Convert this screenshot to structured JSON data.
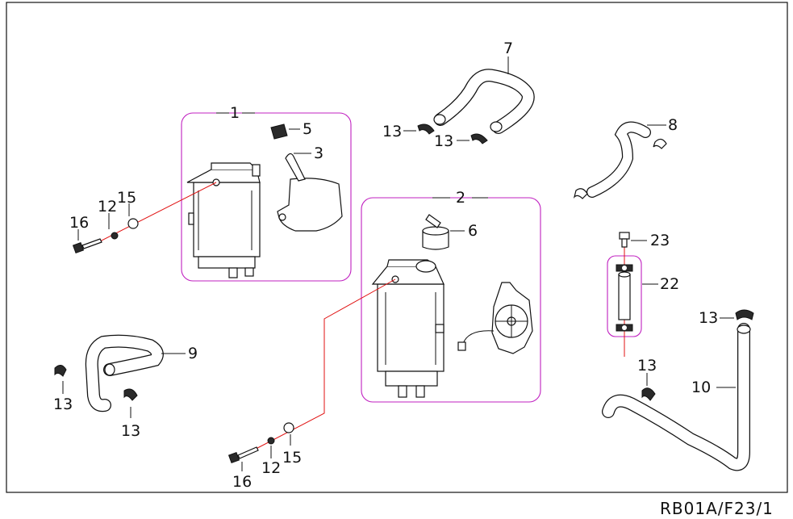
{
  "diagram": {
    "code": "RB01A/F23/1",
    "callouts": {
      "c1": "1",
      "c2": "2",
      "c3": "3",
      "c5": "5",
      "c6": "6",
      "c7": "7",
      "c8": "8",
      "c9": "9",
      "c10": "10",
      "c12a": "12",
      "c12b": "12",
      "c13a": "13",
      "c13b": "13",
      "c13c": "13",
      "c13d": "13",
      "c13e": "13",
      "c13f": "13",
      "c15a": "15",
      "c15b": "15",
      "c16a": "16",
      "c16b": "16",
      "c22": "22",
      "c23": "23"
    }
  }
}
